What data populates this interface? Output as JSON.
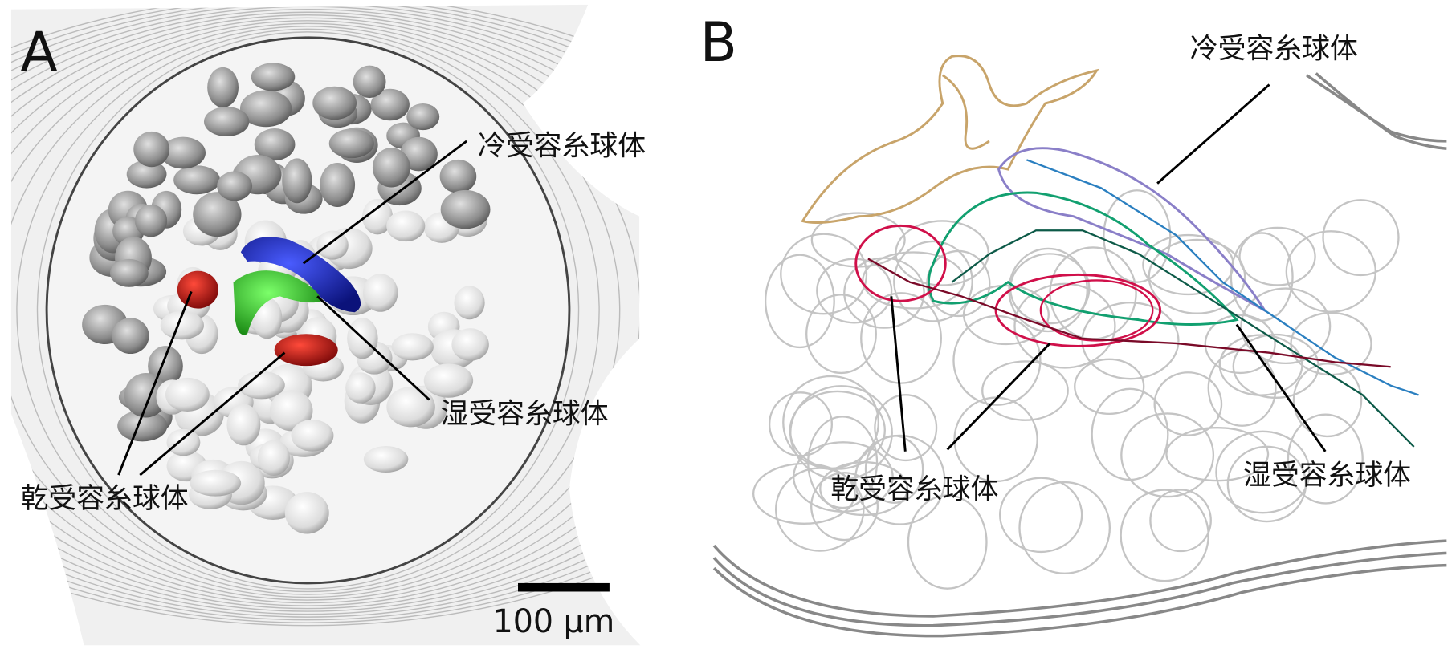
{
  "panel_a": {
    "letter": "A",
    "labels": {
      "cold": "冷受容糸球体",
      "moist": "湿受容糸球体",
      "dry": "乾受容糸球体"
    },
    "scale_bar": "100 μm"
  },
  "panel_b": {
    "letter": "B",
    "labels": {
      "cold": "冷受容糸球体",
      "moist": "湿受容糸球体",
      "dry": "乾受容糸球体"
    }
  },
  "colors": {
    "cold": "#1a2bc8",
    "moist": "#2fbf2a",
    "dry": "#c41414",
    "b_cold_outline": "#8a7fc8",
    "b_cold_neuron": "#2a7fc0",
    "b_moist": "#12a070",
    "b_dry": "#d0104a",
    "b_other": "#c8a46a"
  }
}
